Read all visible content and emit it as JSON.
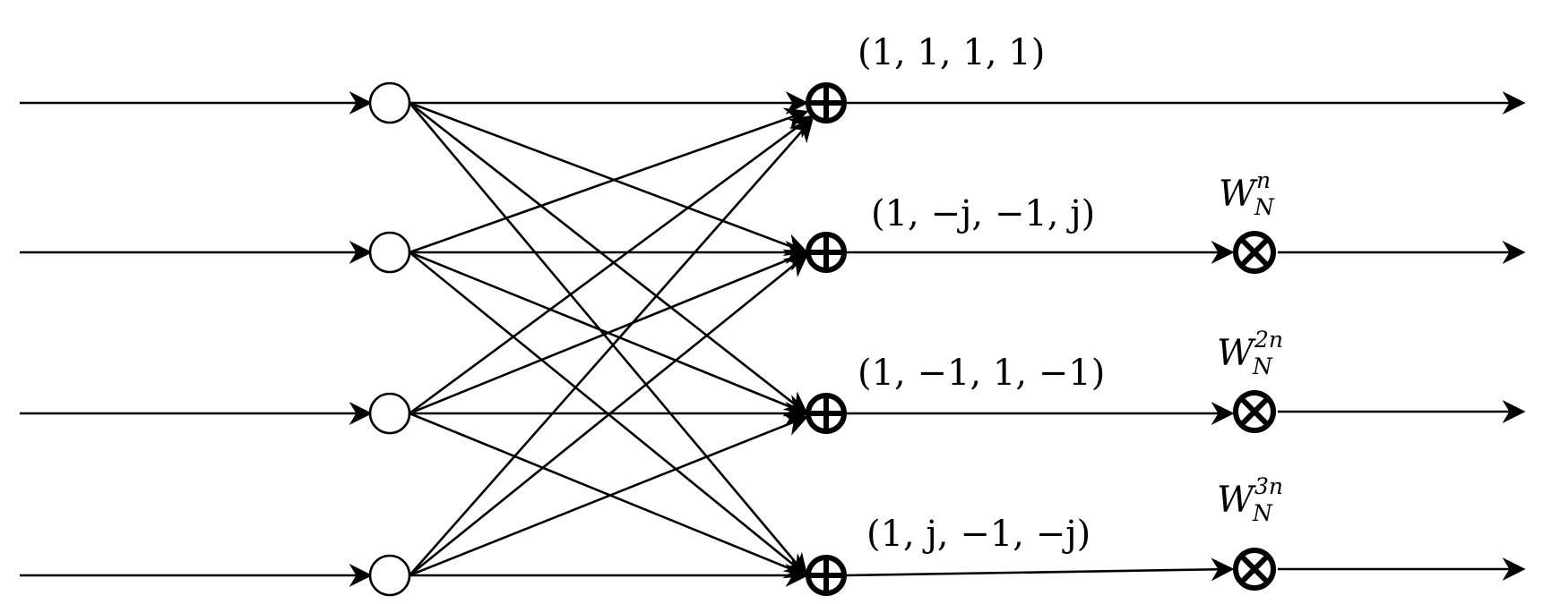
{
  "diagram": {
    "type": "radix-4 butterfly",
    "row_labels": [
      "(1, 1, 1, 1)",
      "(1, −j, −1, j)",
      "(1, −1, 1, −1)",
      "(1, j, −1, −j)"
    ],
    "twiddles": [
      {
        "base": "W",
        "sub": "N",
        "sup": "n"
      },
      {
        "base": "W",
        "sub": "N",
        "sup": "2n"
      },
      {
        "base": "W",
        "sub": "N",
        "sup": "3n"
      }
    ],
    "adder_symbol": "⊕",
    "multiplier_symbol": "⊗"
  }
}
